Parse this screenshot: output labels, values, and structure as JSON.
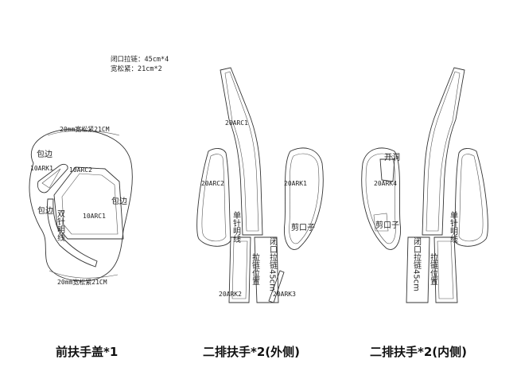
{
  "notes": {
    "line1": "闭口拉链：45cm*4",
    "line2": "宽松紧：21cm*2"
  },
  "group_front": {
    "caption": "前扶手盖*1",
    "labels": {
      "elastic_top": "20mm宽松紧21CM",
      "elastic_bottom": "20mm宽松紧21CM",
      "wrap_1": "包边",
      "wrap_2": "包边",
      "wrap_3": "包边",
      "arc_k1": "10ARK1",
      "arc_c2": "10ARC2",
      "arc_c1": "10ARC1",
      "double_stitch": "双针明线"
    }
  },
  "group_outer": {
    "caption": "二排扶手*2(外侧)",
    "labels": {
      "arc_c1": "20ARC1",
      "arc_c2": "20ARC2",
      "ark1": "20ARK1",
      "ark2": "20ARK2",
      "ark3": "20ARK3",
      "single_stitch": "单针明线",
      "cut_slot": "剪口子",
      "zipper_len": "闭口拉链45cm",
      "zipper_pos": "拉链位置"
    }
  },
  "group_inner": {
    "caption": "二排扶手*2(内侧)",
    "labels": {
      "opening": "开洞",
      "ark4": "20ARK4",
      "cut_slot": "剪口子",
      "single_stitch": "单针明线",
      "zipper_len": "闭口拉链45cm",
      "zipper_pos": "拉链位置"
    }
  }
}
